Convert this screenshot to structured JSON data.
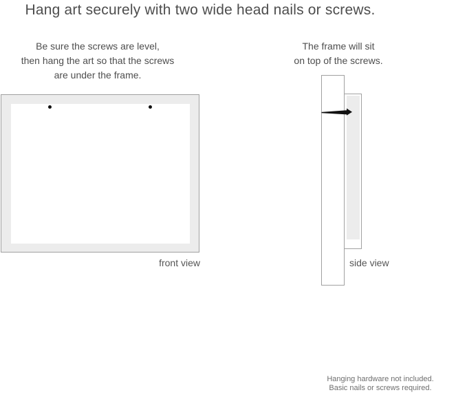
{
  "title": "Hang art securely with two wide head nails or screws.",
  "left_instruction": {
    "lines": [
      "Be sure the screws are level,",
      "then hang the art so that the screws",
      "are under the frame."
    ]
  },
  "right_instruction": {
    "lines": [
      "The frame will sit",
      "on top of the screws."
    ]
  },
  "front_view": {
    "label": "front view",
    "screw_count": 2
  },
  "side_view": {
    "label": "side view"
  },
  "footnote": {
    "lines": [
      "Hanging hardware not included.",
      "Basic nails or screws required."
    ]
  },
  "colors": {
    "frame_fill": "#ececec",
    "frame_border": "#a0a0a0",
    "text": "#4d4d4d",
    "label_text": "#555555",
    "muted_text": "#6e6e6e",
    "nail": "#111111",
    "canvas": "#ffffff"
  }
}
